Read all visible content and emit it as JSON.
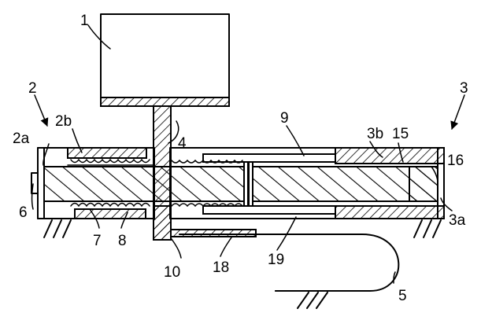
{
  "figure": {
    "colors": {
      "ink": "#000000",
      "paper": "#ffffff"
    },
    "labels": {
      "l1": "1",
      "l2": "2",
      "l2a": "2a",
      "l2b": "2b",
      "l3": "3",
      "l3a": "3a",
      "l3b": "3b",
      "l4": "4",
      "l5": "5",
      "l6": "6",
      "l7": "7",
      "l8": "8",
      "l9": "9",
      "l10": "10",
      "l15": "15",
      "l16": "16",
      "l18": "18",
      "l19": "19"
    }
  }
}
